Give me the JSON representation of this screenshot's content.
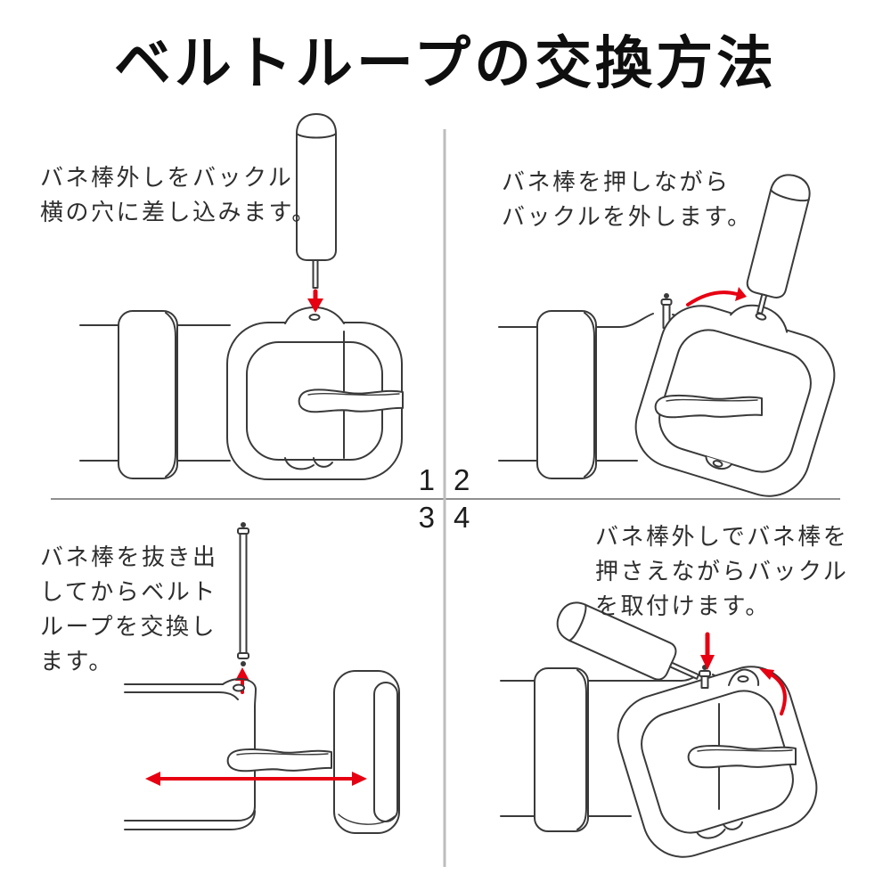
{
  "title": "ベルトループの交換方法",
  "steps": [
    {
      "number": "1",
      "lines": [
        "バネ棒外しをバックル",
        "横の穴に差し込みます。"
      ]
    },
    {
      "number": "2",
      "lines": [
        "バネ棒を押しながら",
        "バックルを外します。"
      ]
    },
    {
      "number": "3",
      "lines": [
        "バネ棒を抜き出",
        "してからベルト",
        "ループを交換し",
        "ます。"
      ]
    },
    {
      "number": "4",
      "lines": [
        "バネ棒外しでバネ棒を",
        "押さえながらバックル",
        "を取付けます。"
      ]
    }
  ],
  "colors": {
    "line_art": "#3a3a3a",
    "accent_red": "#e60012",
    "divider_gray": "#9c9c9c",
    "text": "#2e2e2e",
    "background": "#ffffff"
  }
}
